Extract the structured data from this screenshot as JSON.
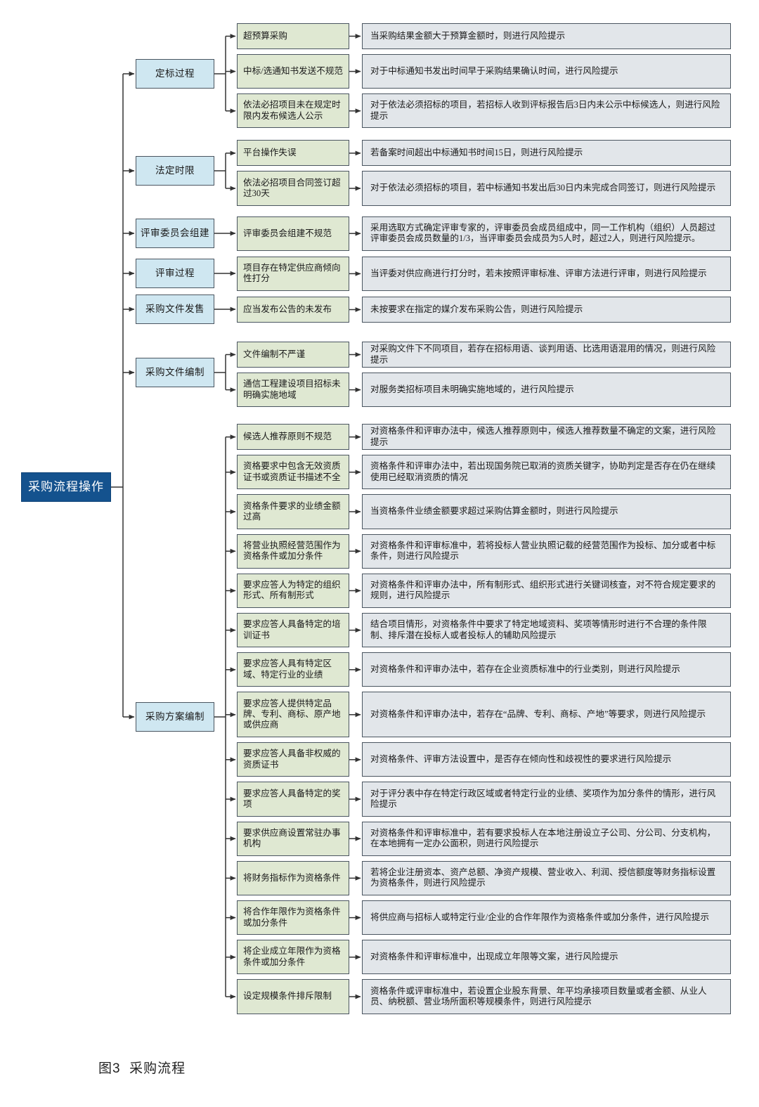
{
  "figure": {
    "caption": "图3  采购流程",
    "root_label": "采购流程操作"
  },
  "colors": {
    "root_fill": "#14528e",
    "category_fill": "#cfe7f1",
    "risk_fill": "#dfe8d2",
    "description_fill": "#e2e6ea",
    "border": "#4a5560",
    "connector": "#333333"
  },
  "categories": [
    {
      "id": "c1",
      "label": "定标过程"
    },
    {
      "id": "c2",
      "label": "法定时限"
    },
    {
      "id": "c3",
      "label": "评审委员会组建"
    },
    {
      "id": "c4",
      "label": "评审过程"
    },
    {
      "id": "c5",
      "label": "采购文件发售"
    },
    {
      "id": "c6",
      "label": "采购文件编制"
    },
    {
      "id": "c7",
      "label": "采购方案编制"
    }
  ],
  "rows": [
    {
      "category": "c1",
      "risk": "超预算采购",
      "description": "当采购结果金额大于预算金额时，则进行风险提示"
    },
    {
      "category": "c1",
      "risk": "中标/选通知书发送不规范",
      "description": "对于中标通知书发出时间早于采购结果确认时间，进行风险提示"
    },
    {
      "category": "c1",
      "risk": "依法必招项目未在规定时限内发布候选人公示",
      "description": "对于依法必须招标的项目，若招标人收到评标报告后3日内未公示中标候选人，则进行风险提示"
    },
    {
      "category": "c2",
      "risk": "平台操作失误",
      "description": "若备案时间超出中标通知书时间15日，则进行风险提示"
    },
    {
      "category": "c2",
      "risk": "依法必招项目合同签订超过30天",
      "description": "对于依法必须招标的项目，若中标通知书发出后30日内未完成合同签订，则进行风险提示"
    },
    {
      "category": "c3",
      "risk": "评审委员会组建不规范",
      "description": "采用选取方式确定评审专家的，评审委员会成员组成中，同一工作机构（组织）人员超过评审委员会成员数量的1/3，当评审委员会成员为5人时，超过2人，则进行风险提示。"
    },
    {
      "category": "c4",
      "risk": "项目存在特定供应商倾向性打分",
      "description": "当评委对供应商进行打分时，若未按照评审标准、评审方法进行评审，则进行风险提示"
    },
    {
      "category": "c5",
      "risk": "应当发布公告的未发布",
      "description": "未按要求在指定的媒介发布采购公告，则进行风险提示"
    },
    {
      "category": "c6",
      "risk": "文件编制不严谨",
      "description": "对采购文件下不同项目，若存在招标用语、谈判用语、比选用语混用的情况，则进行风险提示"
    },
    {
      "category": "c6",
      "risk": "通信工程建设项目招标未明确实施地域",
      "description": "对服务类招标项目未明确实施地域的，进行风险提示"
    },
    {
      "category": "c7",
      "risk": "候选人推荐原则不规范",
      "description": "对资格条件和评审办法中，候选人推荐原则中，候选人推荐数量不确定的文案，进行风险提示"
    },
    {
      "category": "c7",
      "risk": "资格要求中包含无效资质证书或资质证书描述不全",
      "description": "资格条件和评审办法中，若出现国务院已取消的资质关键字，协助判定是否存在仍在继续使用已经取消资质的情况"
    },
    {
      "category": "c7",
      "risk": "资格条件要求的业绩金额过高",
      "description": "当资格条件业绩金额要求超过采购估算金额时，则进行风险提示"
    },
    {
      "category": "c7",
      "risk": "将营业执照经营范围作为资格条件或加分条件",
      "description": "对资格条件和评审标准中，若将投标人营业执照记载的经营范围作为投标、加分或者中标条件，则进行风险提示"
    },
    {
      "category": "c7",
      "risk": "要求应答人为特定的组织形式、所有制形式",
      "description": "对资格条件和评审办法中，所有制形式、组织形式进行关键词核查，对不符合规定要求的规则，进行风险提示"
    },
    {
      "category": "c7",
      "risk": "要求应答人具备特定的培训证书",
      "description": "结合项目情形，对资格条件中要求了特定地域资料、奖项等情形时进行不合理的条件限制、排斥潜在投标人或者投标人的辅助风险提示"
    },
    {
      "category": "c7",
      "risk": "要求应答人具有特定区域、特定行业的业绩",
      "description": "对资格条件和评审办法中，若存在企业资质标准中的行业类别，则进行风险提示"
    },
    {
      "category": "c7",
      "risk": "要求应答人提供特定品牌、专利、商标、原产地或供应商",
      "description": "对资格条件和评审办法中，若存在“品牌、专利、商标、产地”等要求，则进行风险提示"
    },
    {
      "category": "c7",
      "risk": "要求应答人具备非权威的资质证书",
      "description": "对资格条件、评审方法设置中，是否存在倾向性和歧视性的要求进行风险提示"
    },
    {
      "category": "c7",
      "risk": "要求应答人具备特定的奖项",
      "description": "对于评分表中存在特定行政区域或者特定行业的业绩、奖项作为加分条件的情形，进行风险提示"
    },
    {
      "category": "c7",
      "risk": "要求供应商设置常驻办事机构",
      "description": "对资格条件和评审标准中，若有要求投标人在本地注册设立子公司、分公司、分支机构，在本地拥有一定办公面积，则进行风险提示"
    },
    {
      "category": "c7",
      "risk": "将财务指标作为资格条件",
      "description": "若将企业注册资本、资产总额、净资产规模、营业收入、利润、授信额度等财务指标设置为资格条件，则进行风险提示"
    },
    {
      "category": "c7",
      "risk": "将合作年限作为资格条件或加分条件",
      "description": "将供应商与招标人或特定行业/企业的合作年限作为资格条件或加分条件，进行风险提示"
    },
    {
      "category": "c7",
      "risk": "将企业成立年限作为资格条件或加分条件",
      "description": "对资格条件和评审标准中，出现成立年限等文案，进行风险提示"
    },
    {
      "category": "c7",
      "risk": "设定规模条件排斥限制",
      "description": "资格条件或评审标准中，若设置企业股东背景、年平均承接项目数量或者金额、从业人员、纳税额、营业场所面积等规模条件，则进行风险提示"
    }
  ]
}
